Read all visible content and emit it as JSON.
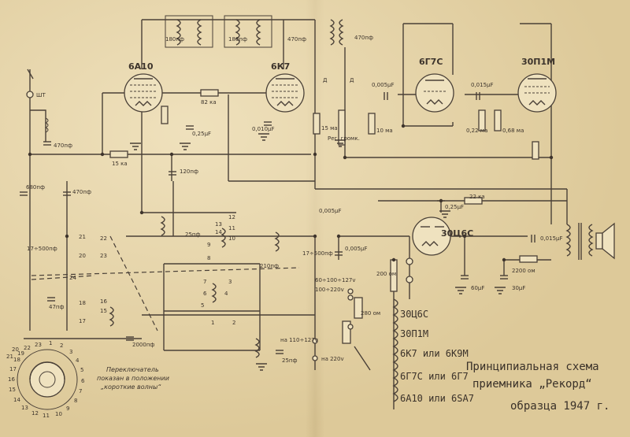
{
  "tubes": {
    "t1": "6А10",
    "t2": "6К7",
    "t3": "6Г7С",
    "t4": "30П1М",
    "rect": "30Ц6С"
  },
  "components": {
    "c_180_a": "180пф",
    "c_180_b": "180пф",
    "c_470_top": "470пф",
    "c_470_top2": "470пф",
    "c_470_left": "470пф",
    "c_470_mid": "470пф",
    "c_680": "680пф",
    "c_120": "120пф",
    "c_025_a": "0,25μF",
    "c_010": "0,010μF",
    "c_0005_a": "0,005μF",
    "c_0005_b": "0,005μF",
    "c_0005_c": "0,005μF",
    "c_0015_a": "0,015μF",
    "c_0015_b": "0,015μF",
    "c_025_b": "0,25μF",
    "c_17500_a": "17÷500пф",
    "c_17500_b": "17÷500пф",
    "c_47": "47пф",
    "c_2000": "2000пф",
    "c_25": "25пф",
    "c_25b": "25пф",
    "c_210": "210пф",
    "c_60": "60μF",
    "c_30": "30μF",
    "r_82": "82 ка",
    "r_15": "15 ка",
    "r_15b": "15 ма",
    "r_22": "22 ка",
    "r_2200": "2200 ом",
    "r_200": "200 ом",
    "r_280": "280 ом",
    "r_10": "10 ма",
    "r_022": "0,22 ма",
    "r_068": "0,68 ма",
    "vol": "Рег. громк.",
    "d1": "Д",
    "d2": "Д",
    "sh": "ШТ"
  },
  "mains": {
    "v1": "60÷100÷127v",
    "v2": "100÷220v",
    "v3": "на 110÷127v",
    "v4": "на 220v"
  },
  "tube_list": [
    "30Ц6С",
    "30П1М",
    "6К7 или 6К9М",
    "6Г7С или 6Г7",
    "6А10 или 6SA7"
  ],
  "title": {
    "line1": "Принципиальная схема",
    "line2": "приемника „Рекорд“",
    "line3": "образца 1947 г."
  },
  "switch_note": [
    "Переключатель",
    "показан в положении",
    "„короткие волны“"
  ],
  "switch_numbers": [
    "22",
    "23",
    "1",
    "2",
    "3",
    "4",
    "5",
    "6",
    "7",
    "8",
    "9",
    "10",
    "11",
    "12",
    "13",
    "14",
    "15",
    "16",
    "17",
    "18",
    "19",
    "20",
    "21"
  ],
  "contacts": [
    "21",
    "22",
    "20",
    "23",
    "24",
    "16",
    "18",
    "17",
    "15",
    "14",
    "13",
    "12",
    "11",
    "10",
    "9",
    "8",
    "7",
    "6",
    "5",
    "4",
    "3",
    "2",
    "1"
  ]
}
